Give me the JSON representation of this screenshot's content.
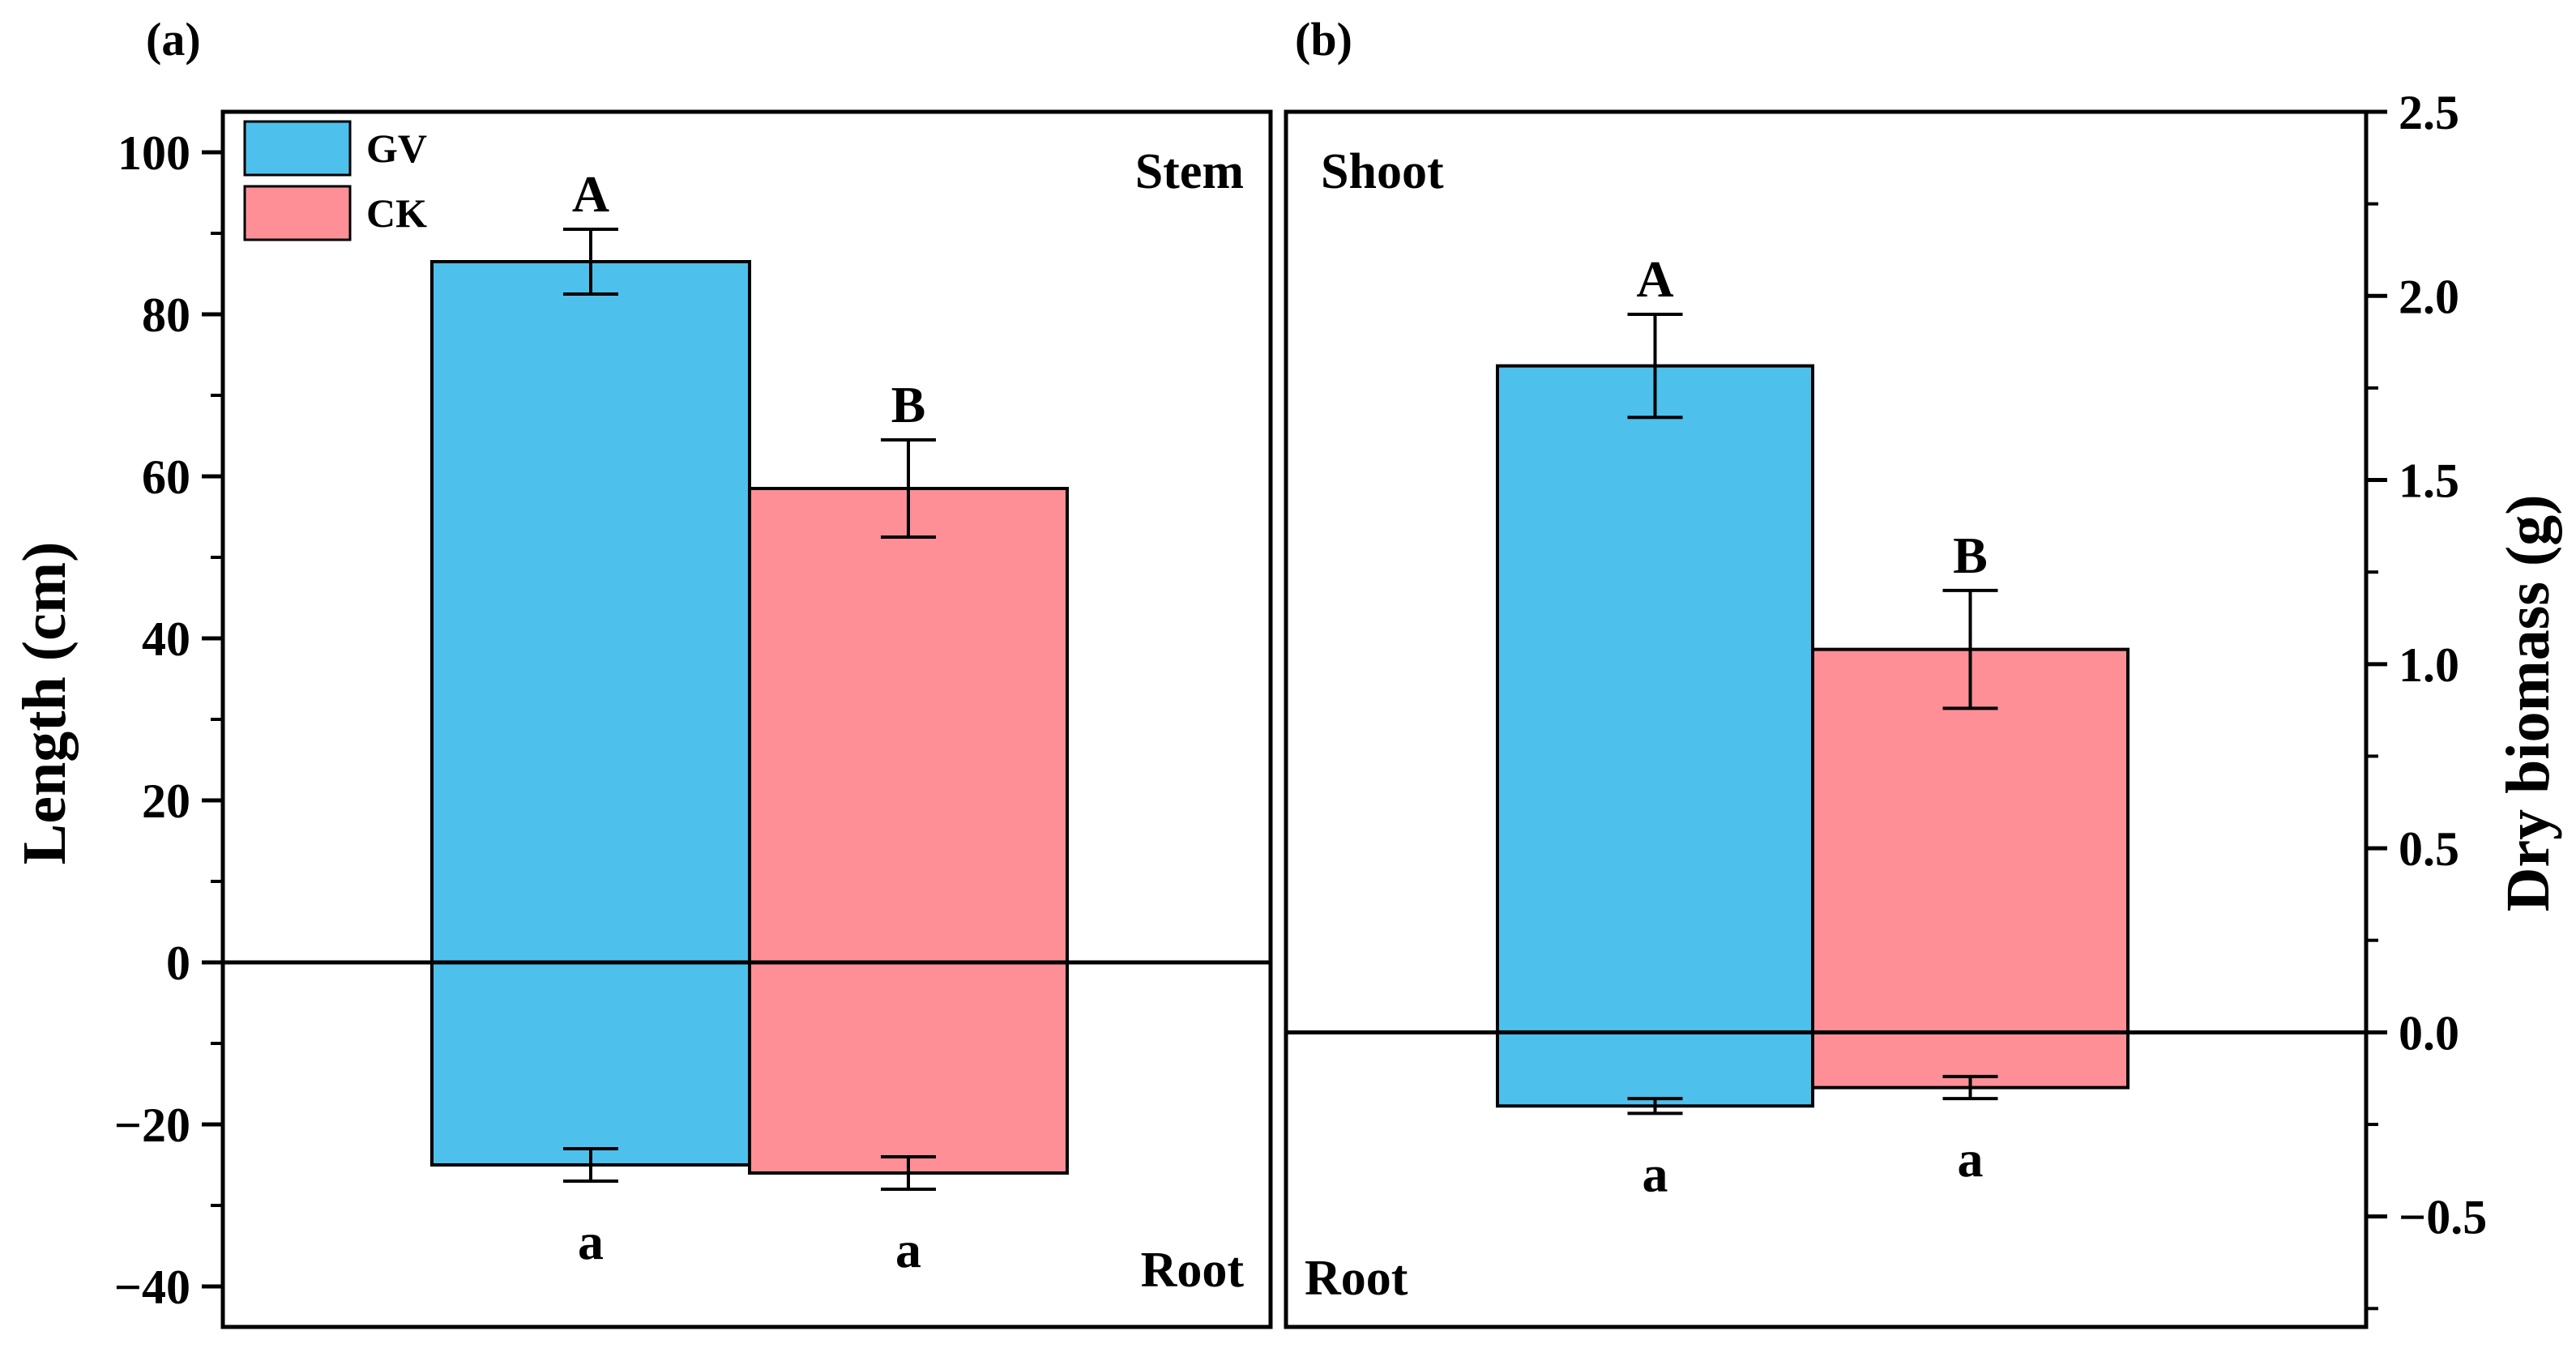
{
  "chart_data": [
    {
      "type": "bar",
      "panel_label": "(a)",
      "ylabel": "Length (cm)",
      "ylim": [
        -45,
        105
      ],
      "yticks": [
        -40,
        -20,
        0,
        20,
        40,
        60,
        80,
        100
      ],
      "ytick_labels": [
        "−40",
        "−20",
        "0",
        "20",
        "40",
        "60",
        "80",
        "100"
      ],
      "top_region_label": "Stem",
      "bottom_region_label": "Root",
      "legend": {
        "placement": "top-left",
        "entries": [
          "GV",
          "CK"
        ]
      },
      "series": [
        {
          "name": "GV",
          "color": "#4ec0ec",
          "pos_value": 86.5,
          "pos_error": 4.0,
          "pos_sig": "A",
          "neg_value": -25.0,
          "neg_error": 2.0,
          "neg_sig": "a"
        },
        {
          "name": "CK",
          "color": "#fe8f97",
          "pos_value": 58.5,
          "pos_error": 6.0,
          "pos_sig": "B",
          "neg_value": -26.0,
          "neg_error": 2.0,
          "neg_sig": "a"
        }
      ]
    },
    {
      "type": "bar",
      "panel_label": "(b)",
      "ylabel": "Dry biomass (g)",
      "ylim": [
        -0.8,
        2.5
      ],
      "yticks": [
        -0.5,
        0.0,
        0.5,
        1.0,
        1.5,
        2.0,
        2.5
      ],
      "ytick_labels": [
        "−0.5",
        "0.0",
        "0.5",
        "1.0",
        "1.5",
        "2.0",
        "2.5"
      ],
      "top_region_label": "Shoot",
      "bottom_region_label": "Root",
      "series": [
        {
          "name": "GV",
          "color": "#4ec0ec",
          "pos_value": 1.81,
          "pos_error": 0.14,
          "pos_sig": "A",
          "neg_value": -0.2,
          "neg_error": 0.02,
          "neg_sig": "a"
        },
        {
          "name": "CK",
          "color": "#fe8f97",
          "pos_value": 1.04,
          "pos_error": 0.16,
          "pos_sig": "B",
          "neg_value": -0.15,
          "neg_error": 0.03,
          "neg_sig": "a"
        }
      ]
    }
  ]
}
